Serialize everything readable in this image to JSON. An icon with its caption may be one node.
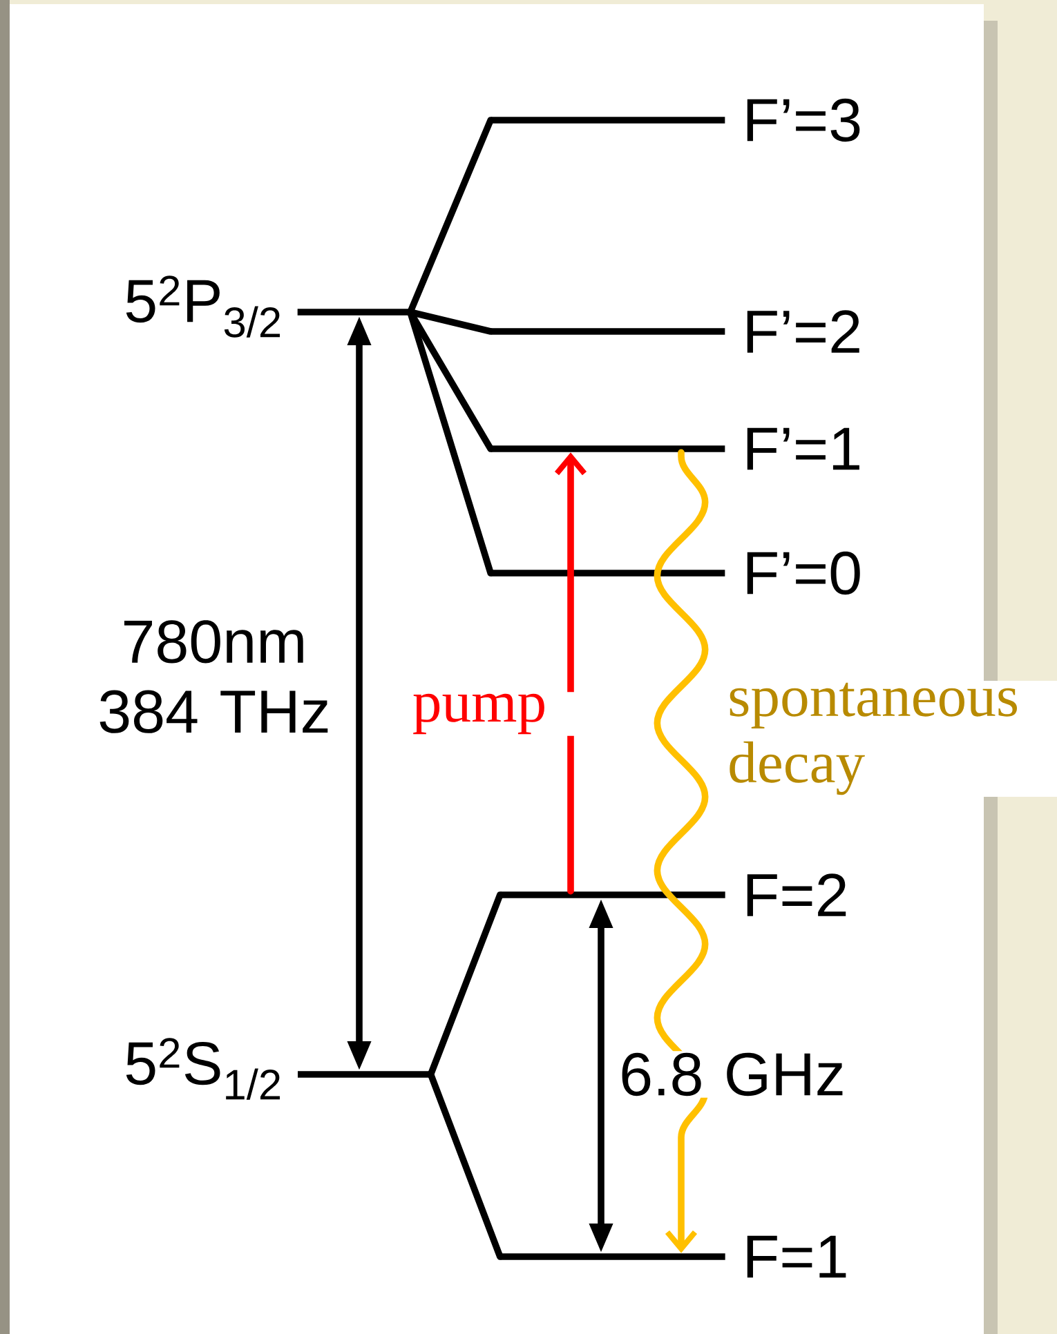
{
  "diagram": {
    "nodes": [
      {
        "text": [
          "5$^{2}$P$_{3/2}$"
        ]
      },
      {
        "text": [
          "F’=3"
        ]
      },
      {
        "text": [
          "F’=2"
        ]
      },
      {
        "text": [
          "F’=1"
        ]
      },
      {
        "text": [
          "F’=0"
        ]
      },
      {
        "text": [
          "5$^{2}$S$_{1/2}$"
        ]
      },
      {
        "text": [
          "F=2"
        ]
      },
      {
        "text": [
          "F=1"
        ]
      }
    ],
    "edges": [
      {
        "from": 0,
        "to": 1,
        "arrow": "none"
      },
      {
        "from": 0,
        "to": 2,
        "arrow": "none"
      },
      {
        "from": 0,
        "to": 3,
        "arrow": "none"
      },
      {
        "from": 0,
        "to": 4,
        "arrow": "none"
      },
      {
        "from": 5,
        "to": 6,
        "arrow": "none"
      },
      {
        "from": 5,
        "to": 7,
        "arrow": "none"
      },
      {
        "from": 0,
        "to": 5,
        "arrow": "both",
        "label": "780nm 384 THz"
      },
      {
        "from": 6,
        "to": 3,
        "arrow": "to",
        "label": "pump",
        "color": "#ff0000"
      },
      {
        "from": 3,
        "to": 7,
        "arrow": "to",
        "label": "spontaneous decay",
        "color": "#ffc000"
      },
      {
        "from": 6,
        "to": 7,
        "arrow": "both",
        "label": "6.8 GHz"
      }
    ]
  }
}
